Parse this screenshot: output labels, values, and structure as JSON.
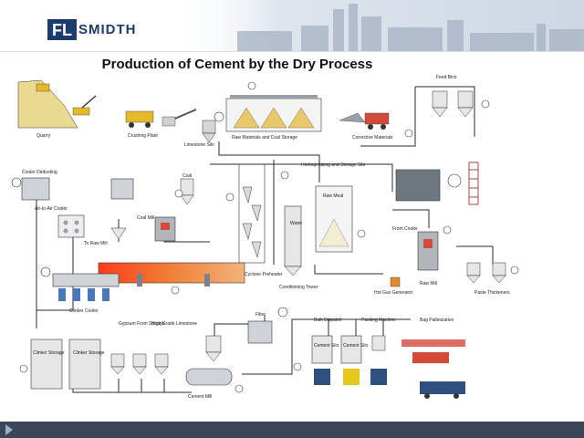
{
  "logo": {
    "mark": "FL",
    "word": "SMIDTH"
  },
  "title": "Production of Cement by the Dry Process",
  "labels": {
    "quarry": "Quarry",
    "crushing_plant": "Crushing Plant",
    "limestone_silo": "Limestone Silo",
    "raw_materials_storage": "Raw Materials and Coal Storage",
    "corrective_materials": "Corrective Materials",
    "feed_bins": "Feed Bins",
    "cooler_dedusting": "Cooler Dedusting",
    "coal": "Coal",
    "coal_mill": "Coal Mill",
    "air_to_air_cooler": "Air-to-Air Cooler",
    "to_raw_mill": "To Raw Mill",
    "cyclone_preheater": "Cyclone Preheater",
    "homogenizing_silo": "Homogenizing and Storage Silo",
    "water": "Water",
    "raw_meal": "Raw Meal",
    "from_cooler": "From Cooler",
    "conditioning_tower": "Conditioning Tower",
    "hot_gas_generator": "Hot Gas Generator",
    "raw_mill": "Raw Mill",
    "paste_thickeners": "Paste Thickeners",
    "clinker_cooler": "Clinker Cooler",
    "gypsum": "Gypsum From Storage",
    "high_grade_limestone": "High Grade Limestone",
    "filter": "Filter",
    "bulk_dispatch": "Bulk Dispatch",
    "packing_machine": "Packing Machine",
    "bag_palletization": "Bag Palletization",
    "clinker_storage_1": "Clinker Storage",
    "clinker_storage_2": "Clinker Storage",
    "cement_mill": "Cement Mill",
    "cement_silo_1": "Cement Silo",
    "cement_silo_2": "Cement Silo"
  },
  "colors": {
    "logo_blue": "#1d3c6e",
    "footer": "#3a4657",
    "kiln_flame": "#e8602c",
    "equipment_gray": "#8a8f96",
    "flow_line": "#2b2b2b"
  }
}
